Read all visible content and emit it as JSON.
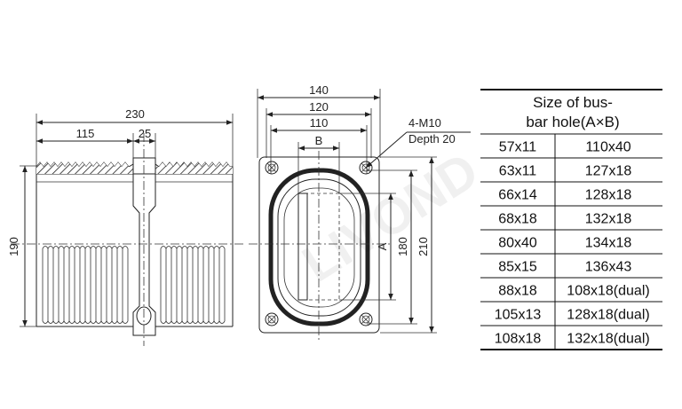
{
  "side_view": {
    "dim_overall_width": "230",
    "dim_half_width": "115",
    "dim_web_thickness": "25",
    "dim_height": "190"
  },
  "front_view": {
    "dim_outer_width": "140",
    "dim_bolt_spacing": "120",
    "dim_opening_width": "110",
    "dim_hole_b": "B",
    "dim_hole_a": "A",
    "dim_opening_height": "180",
    "dim_overall_height": "210",
    "bolt_callout_line1": "4-M10",
    "bolt_callout_line2": "Depth 20"
  },
  "watermark": "LIVOND",
  "table": {
    "header_line1": "Size of bus-",
    "header_line2": "bar hole(A×B)",
    "rows": [
      [
        "57x11",
        "110x40"
      ],
      [
        "63x11",
        "127x18"
      ],
      [
        "66x14",
        "128x18"
      ],
      [
        "68x18",
        "132x18"
      ],
      [
        "80x40",
        "134x18"
      ],
      [
        "85x15",
        "136x43"
      ],
      [
        "88x18",
        "108x18(dual)"
      ],
      [
        "105x13",
        "128x18(dual)"
      ],
      [
        "108x18",
        "132x18(dual)"
      ]
    ]
  }
}
